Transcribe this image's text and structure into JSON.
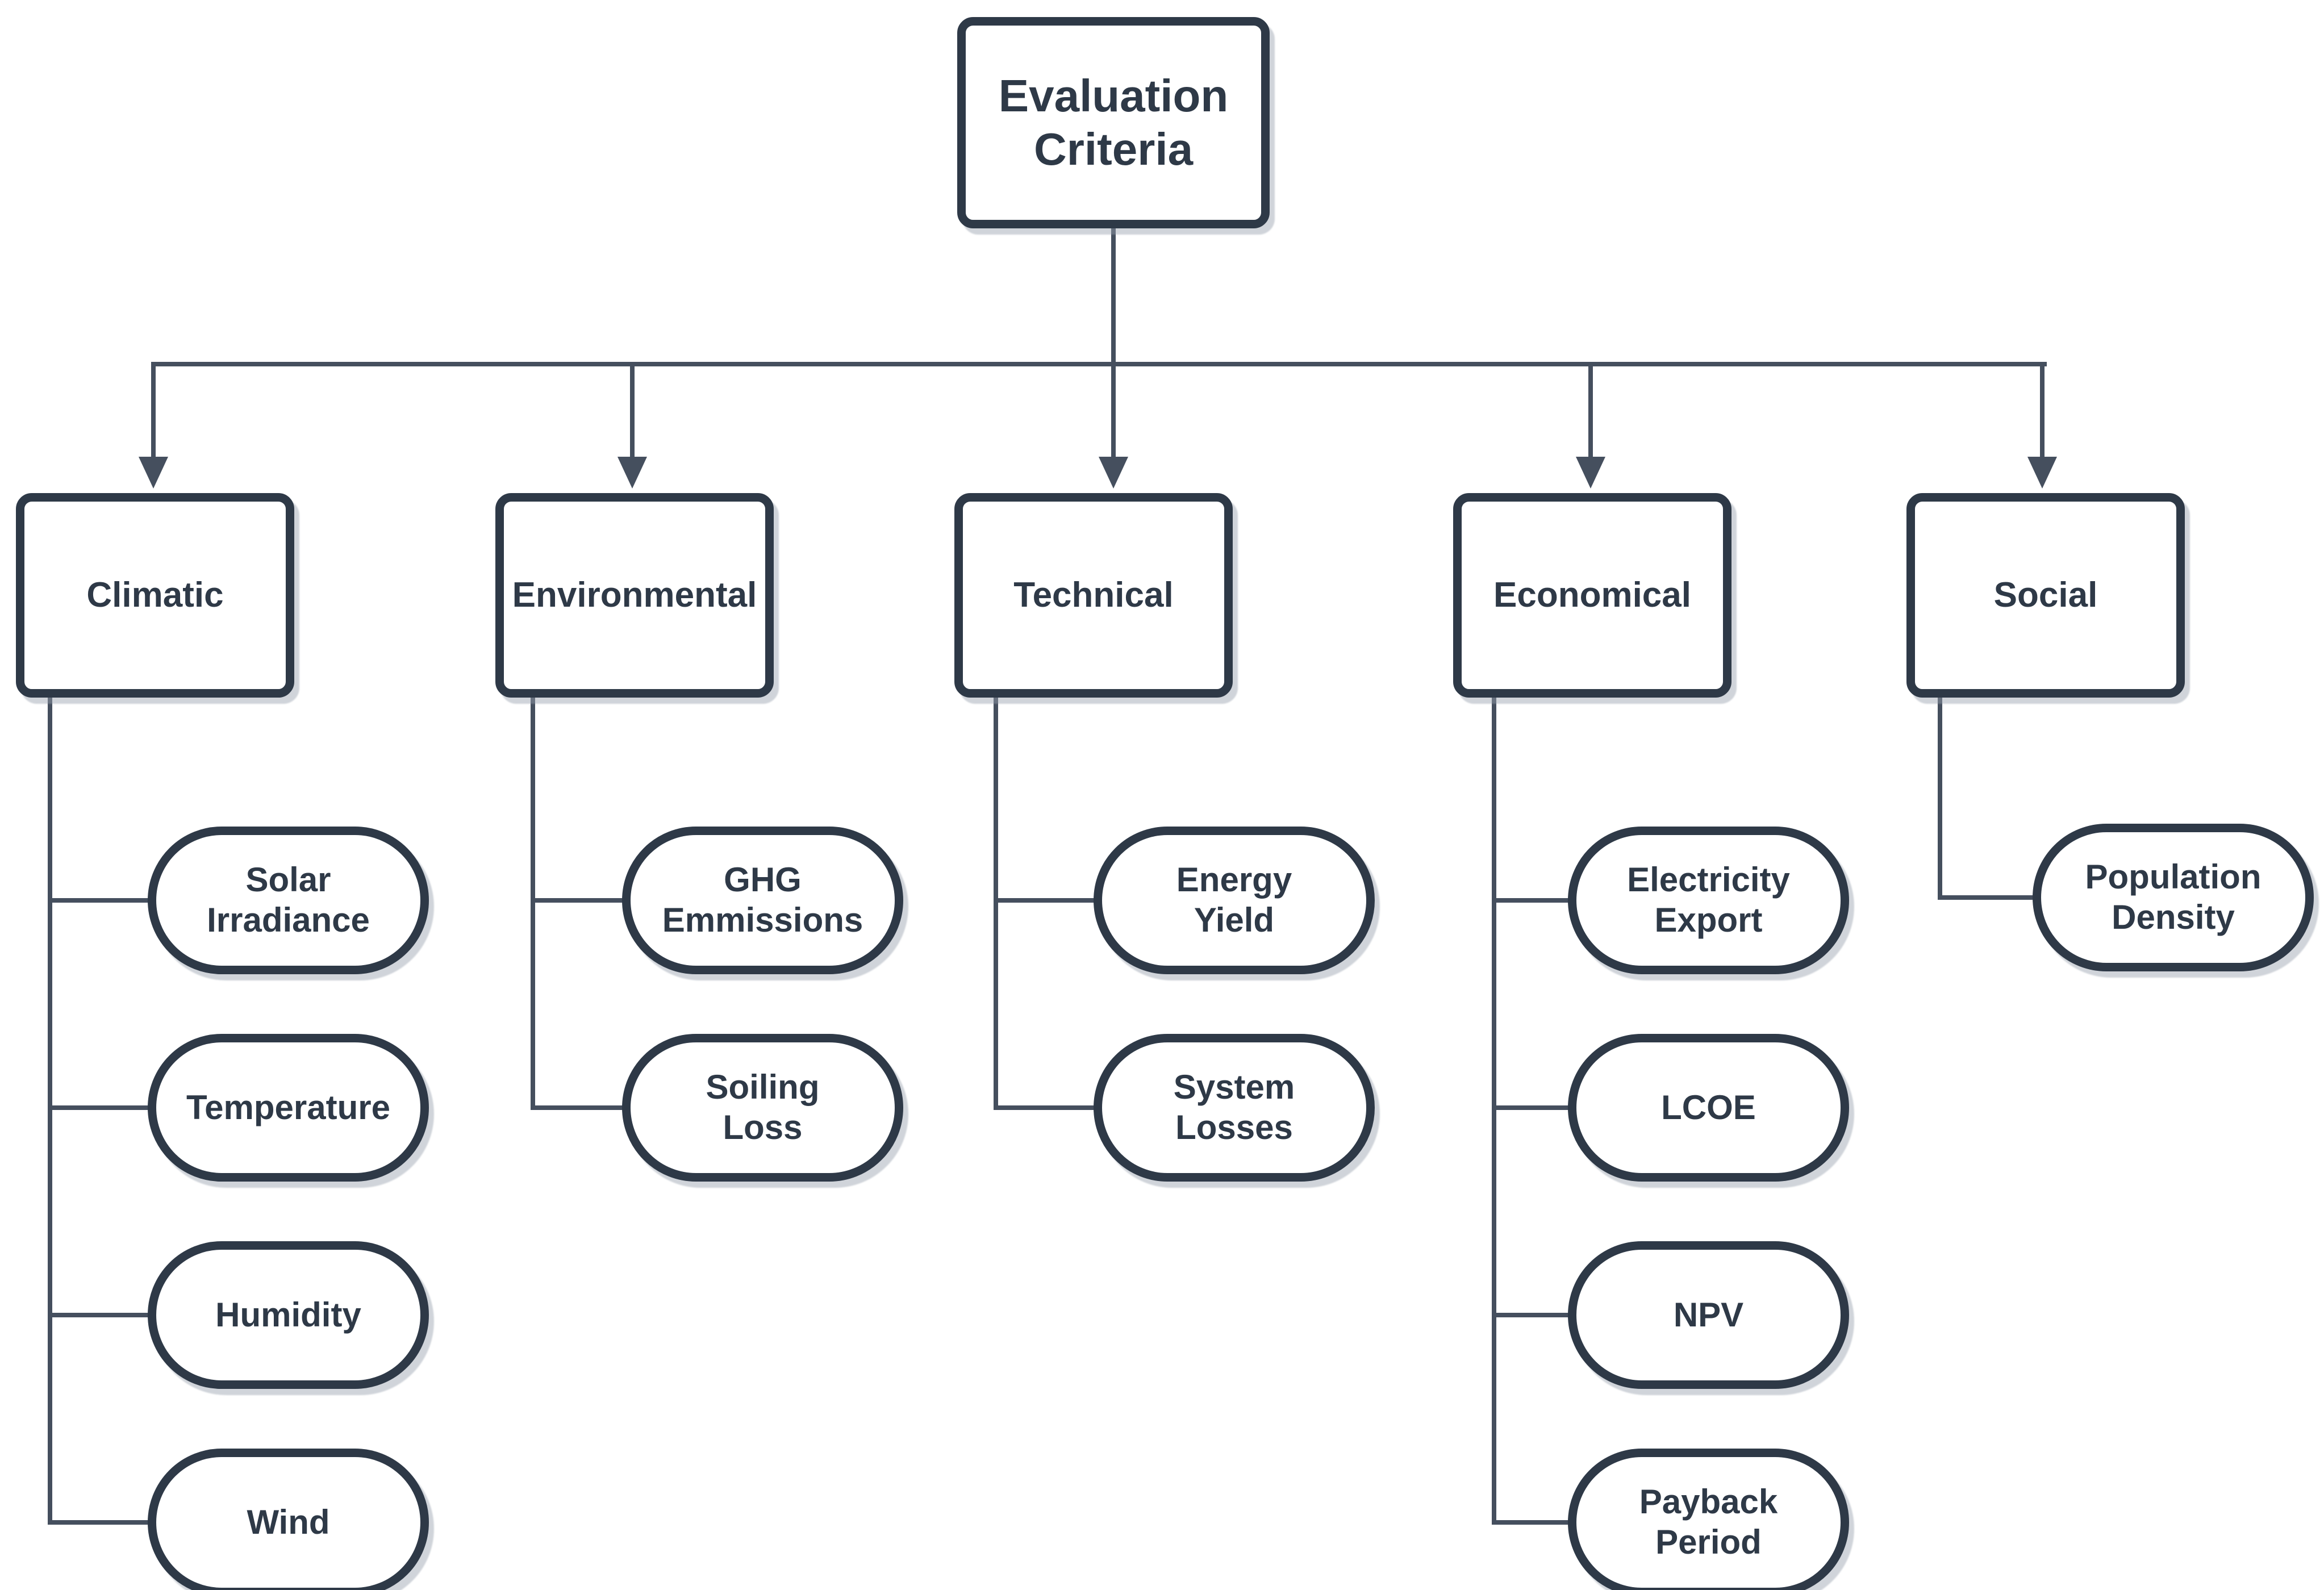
{
  "colors": {
    "border": "#2e3947",
    "text": "#2e3947",
    "line": "#454f5e",
    "shadow": "rgba(151,159,172,0.45)",
    "bg": "#ffffff"
  },
  "root": {
    "label": "Evaluation\nCriteria"
  },
  "categories": [
    {
      "label": "Climatic",
      "children": [
        {
          "label": "Solar\nIrradiance"
        },
        {
          "label": "Temperature"
        },
        {
          "label": "Humidity"
        },
        {
          "label": "Wind"
        }
      ]
    },
    {
      "label": "Environmental",
      "children": [
        {
          "label": "GHG\nEmmissions"
        },
        {
          "label": "Soiling\nLoss"
        }
      ]
    },
    {
      "label": "Technical",
      "children": [
        {
          "label": "Energy\nYield"
        },
        {
          "label": "System\nLosses"
        }
      ]
    },
    {
      "label": "Economical",
      "children": [
        {
          "label": "Electricity\nExport"
        },
        {
          "label": "LCOE"
        },
        {
          "label": "NPV"
        },
        {
          "label": "Payback\nPeriod"
        }
      ]
    },
    {
      "label": "Social",
      "children": [
        {
          "label": "Population\nDensity"
        }
      ]
    }
  ]
}
